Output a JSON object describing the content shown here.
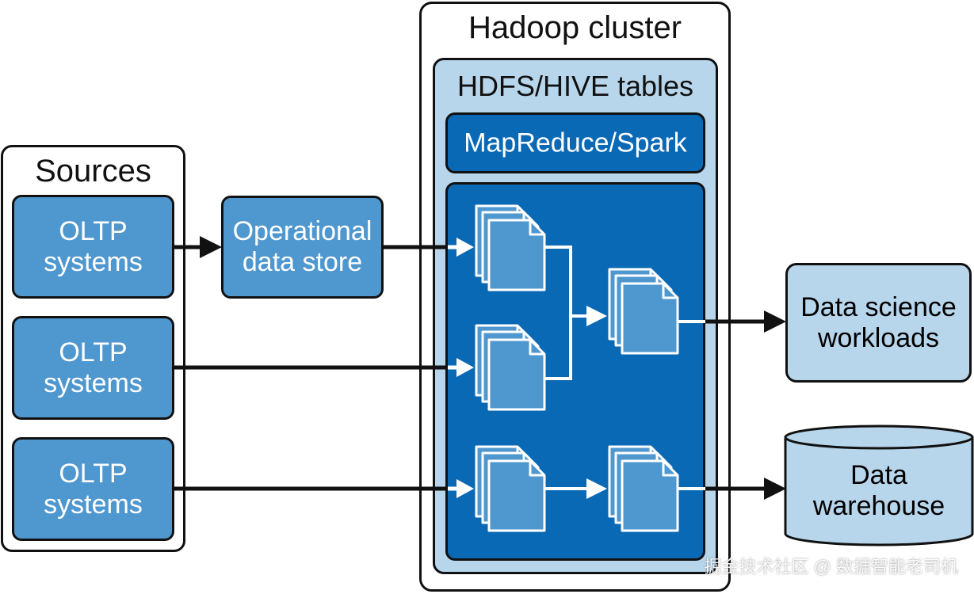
{
  "sources": {
    "title": "Sources",
    "items": [
      {
        "line1": "OLTP",
        "line2": "systems"
      },
      {
        "line1": "OLTP",
        "line2": "systems"
      },
      {
        "line1": "OLTP",
        "line2": "systems"
      }
    ]
  },
  "ods": {
    "line1": "Operational",
    "line2": "data store"
  },
  "cluster": {
    "title": "Hadoop cluster",
    "hdfs_title": "HDFS/HIVE tables",
    "engine_label": "MapReduce/Spark"
  },
  "outputs": {
    "data_science": {
      "line1": "Data science",
      "line2": "workloads"
    },
    "warehouse": {
      "line1": "Data",
      "line2": "warehouse"
    }
  },
  "colors": {
    "mid_blue": "#4f97cf",
    "light_blue": "#b7d6ec",
    "dark_blue": "#0a69b4",
    "file_blue": "#4f97cf"
  },
  "watermark": "掘金技术社区 @ 数据智能老司机"
}
